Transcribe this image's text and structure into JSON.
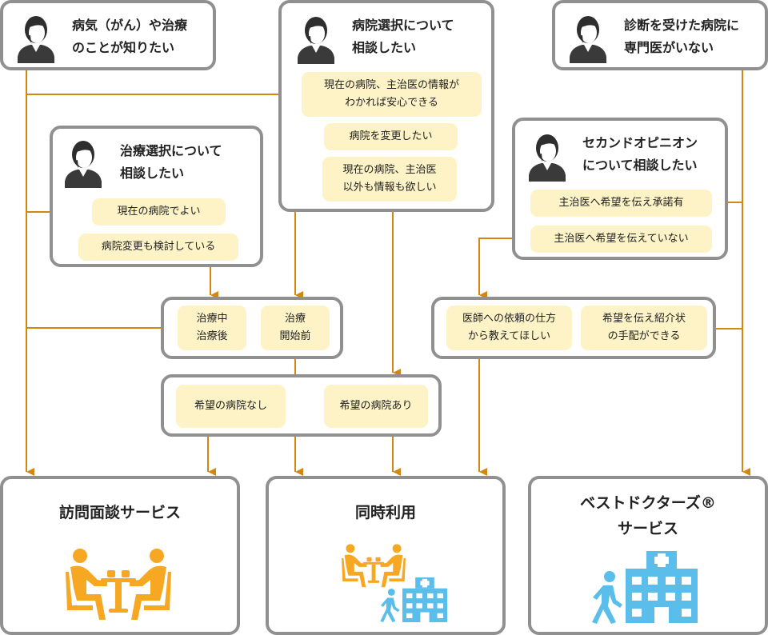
{
  "questions": {
    "cancer": {
      "text": "病気（がん）や治療\nのことが知りたい"
    },
    "hospital": {
      "text": "病院選択について\n相談したい"
    },
    "no_specialist": {
      "text": "診断を受けた病院に\n専門医がいない"
    },
    "treatment": {
      "text": "治療選択について\n相談したい"
    },
    "second_opinion": {
      "text": "セカンドオピニオン\nについて相談したい"
    }
  },
  "options": {
    "know_info": "現在の病院、主治医の情報が\nわかれば安心できる",
    "change_hospital": "病院を変更したい",
    "other_info": "現在の病院、主治医\n以外も情報も欲しい",
    "current_ok": "現在の病院でよい",
    "considering_change": "病院変更も検討している",
    "consent_yes": "主治医へ希望を伝え承諾有",
    "not_told": "主治医へ希望を伝えていない",
    "during_after": "治療中\n治療後",
    "before_start": "治療\n開始前",
    "teach_how": "医師への依頼の仕方\nから教えてほしい",
    "referral_ready": "希望を伝え紹介状\nの手配ができる",
    "no_hospital": "希望の病院なし",
    "has_hospital": "希望の病院あり"
  },
  "results": {
    "interview": {
      "title": "訪問面談サービス"
    },
    "combined": {
      "title": "同時利用"
    },
    "best_doctors": {
      "title": "ベストドクターズ®\nサービス"
    }
  },
  "colors": {
    "line": "#d4870f",
    "border": "#909090",
    "pill": "#fdf3c7",
    "orange": "#f7a823",
    "blue": "#5bbde9"
  },
  "icons": [
    "person-icon",
    "meeting-icon",
    "hospital-icon",
    "walking-person-icon"
  ]
}
